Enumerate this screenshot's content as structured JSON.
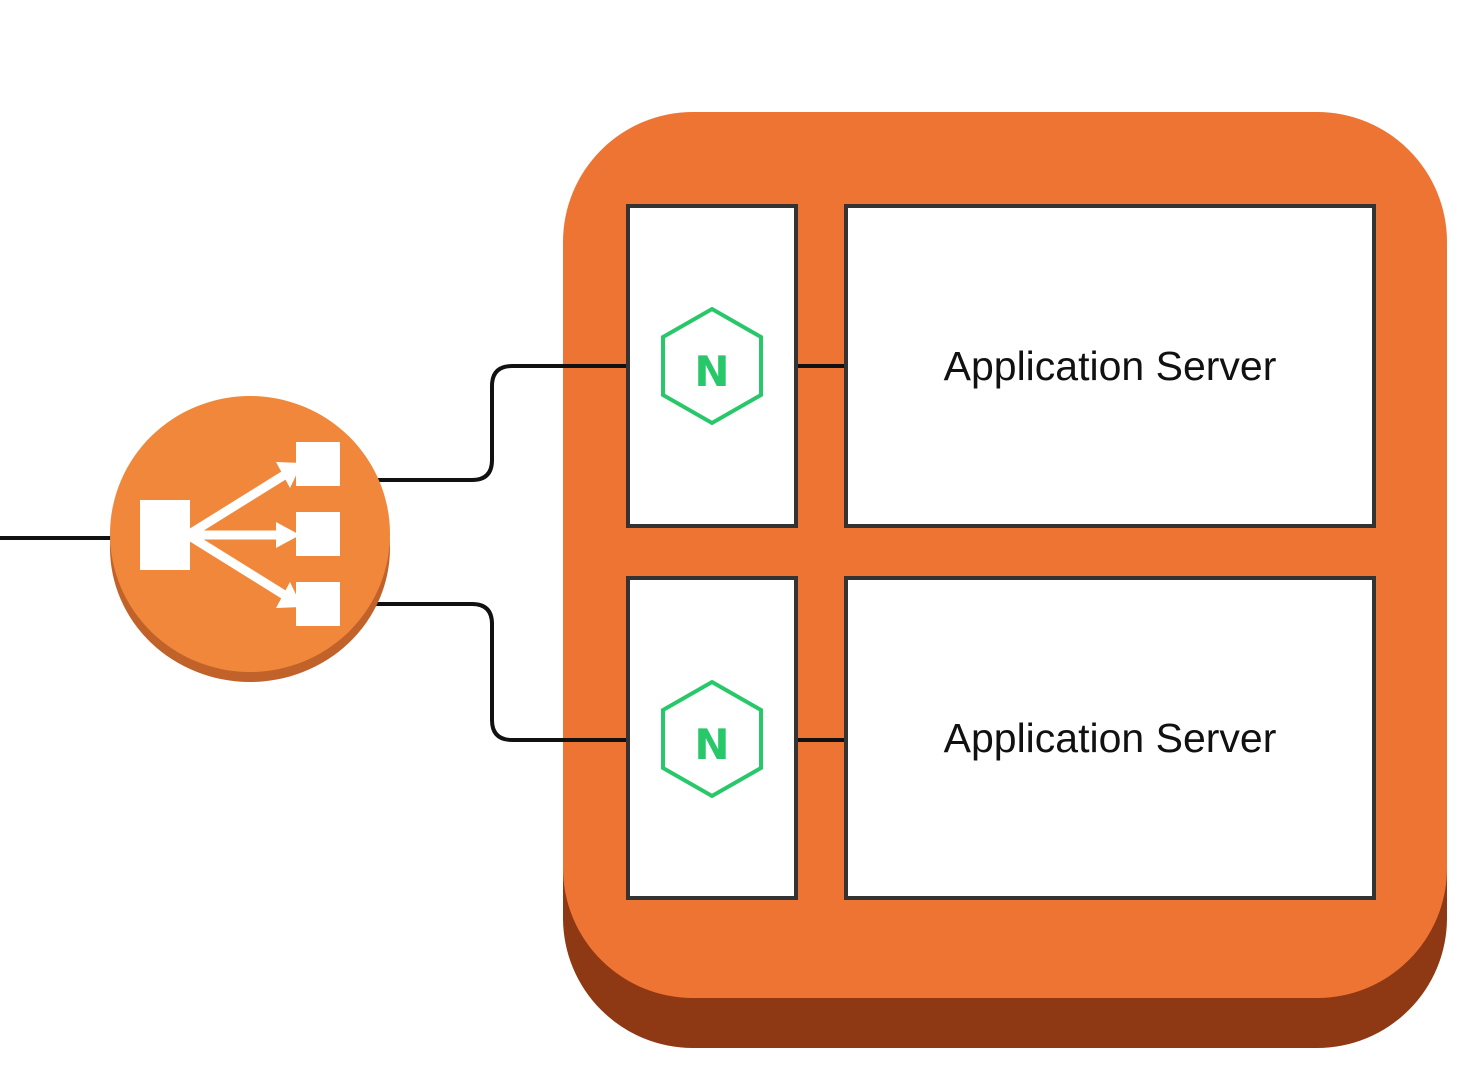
{
  "diagram": {
    "load_balancer": {
      "icon": "load-balancer-icon",
      "color": "#f0873a",
      "shadow_color": "#c0622a"
    },
    "instance": {
      "color": "#ee7434",
      "shadow_color": "#8e3914"
    },
    "proxy_icon": {
      "icon": "nginx-hexagon-icon",
      "color": "#28c86a",
      "letter": "N"
    },
    "servers": [
      {
        "label": "Application Server"
      },
      {
        "label": "Application Server"
      }
    ],
    "connector_color": "#111111"
  }
}
